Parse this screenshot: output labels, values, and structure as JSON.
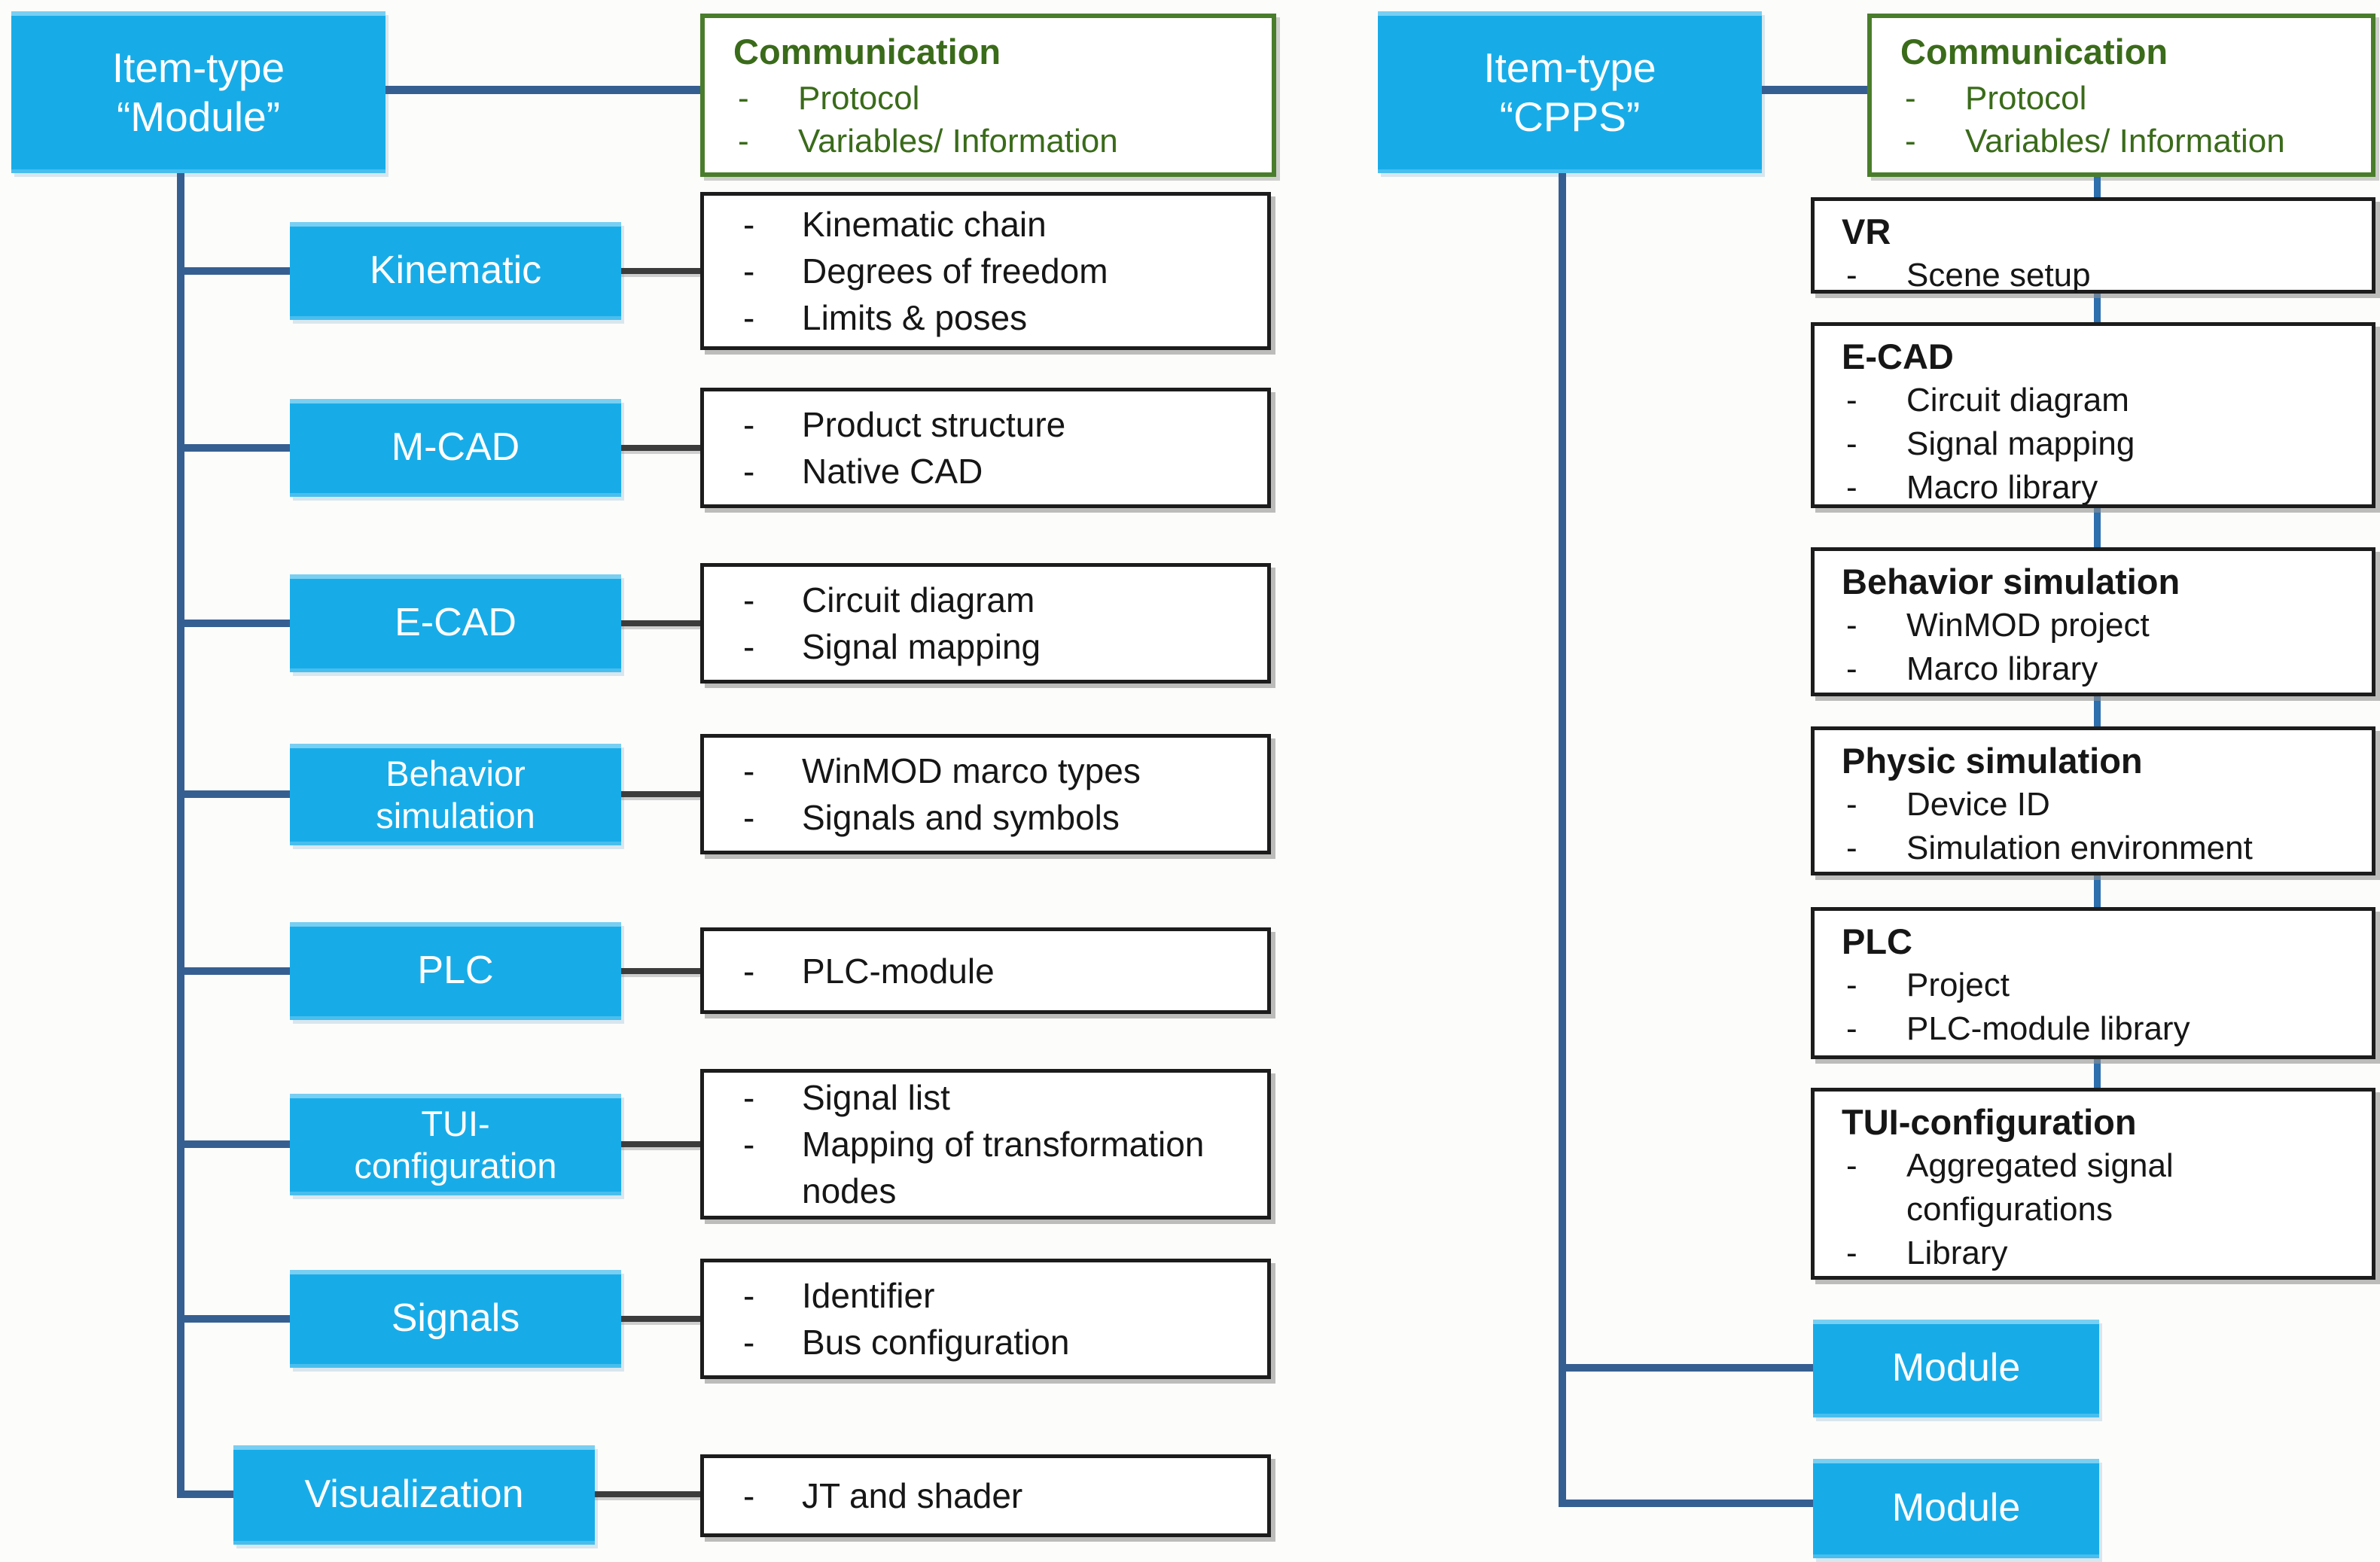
{
  "colors": {
    "node_cyan": "#17ACE8",
    "trunk_blue": "#365F91",
    "link_blue": "#2E6FAD",
    "link_dark": "#3C3C3C",
    "green_border": "#4A7D2B",
    "green_text": "#3A6B1A",
    "box_border": "#1C1C1C"
  },
  "left": {
    "root_lines": [
      "Item-type",
      "“Module”"
    ],
    "communication": {
      "title": "Communication",
      "items": [
        "Protocol",
        "Variables/ Information"
      ]
    },
    "rows": [
      {
        "lines": [
          "Kinematic"
        ],
        "items": [
          "Kinematic chain",
          "Degrees of freedom",
          "Limits & poses"
        ]
      },
      {
        "lines": [
          "M-CAD"
        ],
        "items": [
          "Product structure",
          "Native CAD"
        ]
      },
      {
        "lines": [
          "E-CAD"
        ],
        "items": [
          "Circuit diagram",
          "Signal mapping"
        ]
      },
      {
        "lines": [
          "Behavior",
          "simulation"
        ],
        "items": [
          "WinMOD marco types",
          "Signals and symbols"
        ]
      },
      {
        "lines": [
          "PLC"
        ],
        "items": [
          "PLC-module"
        ]
      },
      {
        "lines": [
          "TUI-",
          "configuration"
        ],
        "items": [
          "Signal list",
          "Mapping of transformation nodes"
        ]
      },
      {
        "lines": [
          "Signals"
        ],
        "items": [
          "Identifier",
          "Bus configuration"
        ]
      },
      {
        "lines": [
          "Visualization"
        ],
        "items": [
          "JT and shader"
        ]
      }
    ]
  },
  "right": {
    "root_lines": [
      "Item-type",
      "“CPPS”"
    ],
    "communication": {
      "title": "Communication",
      "items": [
        "Protocol",
        "Variables/ Information"
      ]
    },
    "stack": [
      {
        "title": "VR",
        "items": [
          "Scene setup"
        ]
      },
      {
        "title": "E-CAD",
        "items": [
          "Circuit diagram",
          "Signal mapping",
          "Macro library"
        ]
      },
      {
        "title": "Behavior simulation",
        "items": [
          "WinMOD project",
          "Marco library"
        ]
      },
      {
        "title": "Physic simulation",
        "items": [
          "Device ID",
          "Simulation environment"
        ]
      },
      {
        "title": "PLC",
        "items": [
          "Project",
          "PLC-module library"
        ]
      },
      {
        "title": "TUI-configuration",
        "items": [
          "Aggregated signal configurations",
          "Library"
        ]
      }
    ],
    "modules": [
      "Module",
      "Module"
    ]
  }
}
